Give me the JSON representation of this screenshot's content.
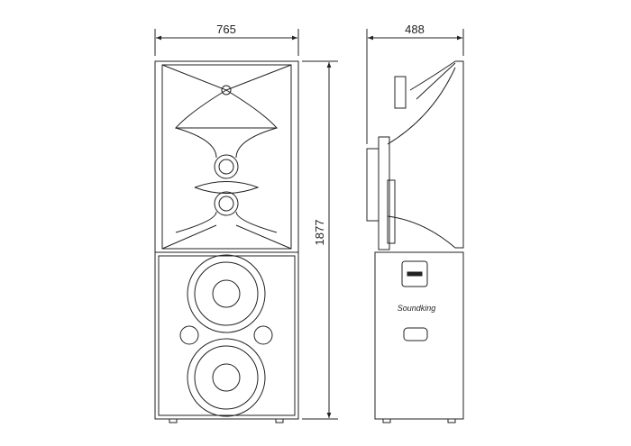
{
  "dimensions": {
    "width": "765",
    "depth": "488",
    "height": "1877"
  },
  "logo_text": "Soundking"
}
